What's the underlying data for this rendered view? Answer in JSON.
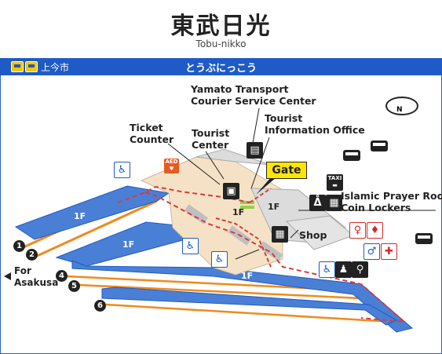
{
  "station": {
    "name_jp": "東武日光",
    "name_en": "Tobu-nikko",
    "name_kana": "とうぶにっこう"
  },
  "prev_station": {
    "name": "上今市"
  },
  "labels": {
    "yamato": "Yamato Transport\nCourier Service Center",
    "tourist_info": "Tourist\nInformation Office",
    "ticket": "Ticket\nCounter",
    "tourist_center": "Tourist\nCenter",
    "gate": "Gate",
    "prayer": "Islamic Prayer Room\nCoin Lockers",
    "shop": "Shop",
    "for_asakusa": "For\nAsakusa"
  },
  "floors": {
    "platform_a": "1F",
    "platform_b": "1F",
    "concourse_a": "1F",
    "concourse_b": "1F",
    "platform_c": "1F",
    "platform_d": "1F"
  },
  "tracks": [
    "1",
    "2",
    "4",
    "5",
    "6"
  ],
  "icons": {
    "aed": "AED",
    "taxi": "TAXI",
    "compass_n": "N"
  },
  "colors": {
    "bar": "#1e5bc6",
    "platform": "#4a7fd6",
    "track": "#f08a1c",
    "route": "#d93b3b",
    "gate": "#ffe600"
  }
}
